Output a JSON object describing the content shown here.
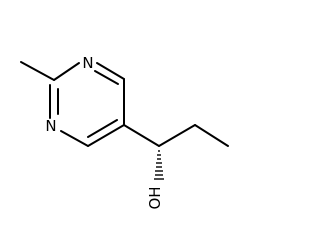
{
  "structure": {
    "atoms": {
      "n_top": "N",
      "n_left": "N",
      "oh": "OH"
    },
    "colors": {
      "bond": "#000000",
      "label": "#000000",
      "background": "#ffffff"
    }
  }
}
